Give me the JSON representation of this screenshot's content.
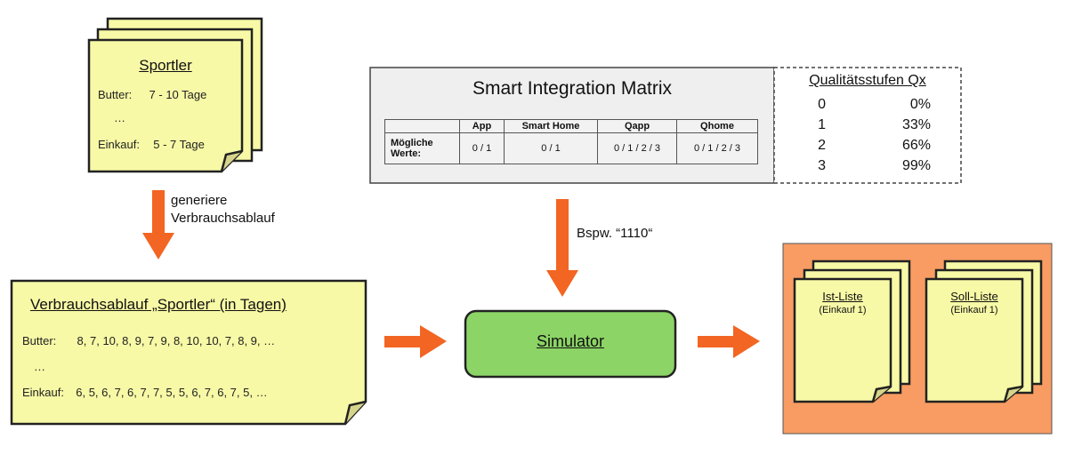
{
  "sportler_note": {
    "title": "Sportler",
    "line1_label": "Butter:",
    "line1_value": "7 - 10 Tage",
    "ellipsis": "…",
    "line2_label": "Einkauf:",
    "line2_value": "5 - 7 Tage"
  },
  "arrow_label_generate": {
    "line1": "generiere",
    "line2": "Verbrauchsablauf"
  },
  "verbrauch_note": {
    "title": "Verbrauchsablauf „Sportler“ (in Tagen)",
    "line1_label": "Butter:",
    "line1_value": "8, 7, 10, 8, 9, 7, 9, 8, 10, 10, 7, 8, 9, …",
    "ellipsis": "…",
    "line2_label": "Einkauf:",
    "line2_value": "6, 5, 6, 7, 6, 7, 7, 5, 5, 6, 7, 6, 7, 5, …"
  },
  "matrix": {
    "title": "Smart Integration Matrix",
    "columns": [
      "App",
      "Smart Home",
      "Qapp",
      "Qhome"
    ],
    "row_label_line1": "Mögliche",
    "row_label_line2": "Werte:",
    "values": [
      "0 / 1",
      "0 / 1",
      "0 / 1 / 2 / 3",
      "0 / 1 / 2 / 3"
    ]
  },
  "quality": {
    "title": "Qualitätsstufen Qx",
    "rows": [
      {
        "level": "0",
        "pct": "0%"
      },
      {
        "level": "1",
        "pct": "33%"
      },
      {
        "level": "2",
        "pct": "66%"
      },
      {
        "level": "3",
        "pct": "99%"
      }
    ]
  },
  "arrow_label_example": "Bspw. “1110“",
  "simulator": {
    "label": "Simulator"
  },
  "output": {
    "ist_title": "Ist-Liste",
    "ist_sub": "(Einkauf 1)",
    "soll_title": "Soll-Liste",
    "soll_sub": "(Einkauf 1)"
  },
  "colors": {
    "note_fill": "#f7f9a6",
    "arrow": "#f26522",
    "simulator_fill": "#8cd466",
    "output_bg": "#f89c63",
    "matrix_bg": "#efefef"
  }
}
